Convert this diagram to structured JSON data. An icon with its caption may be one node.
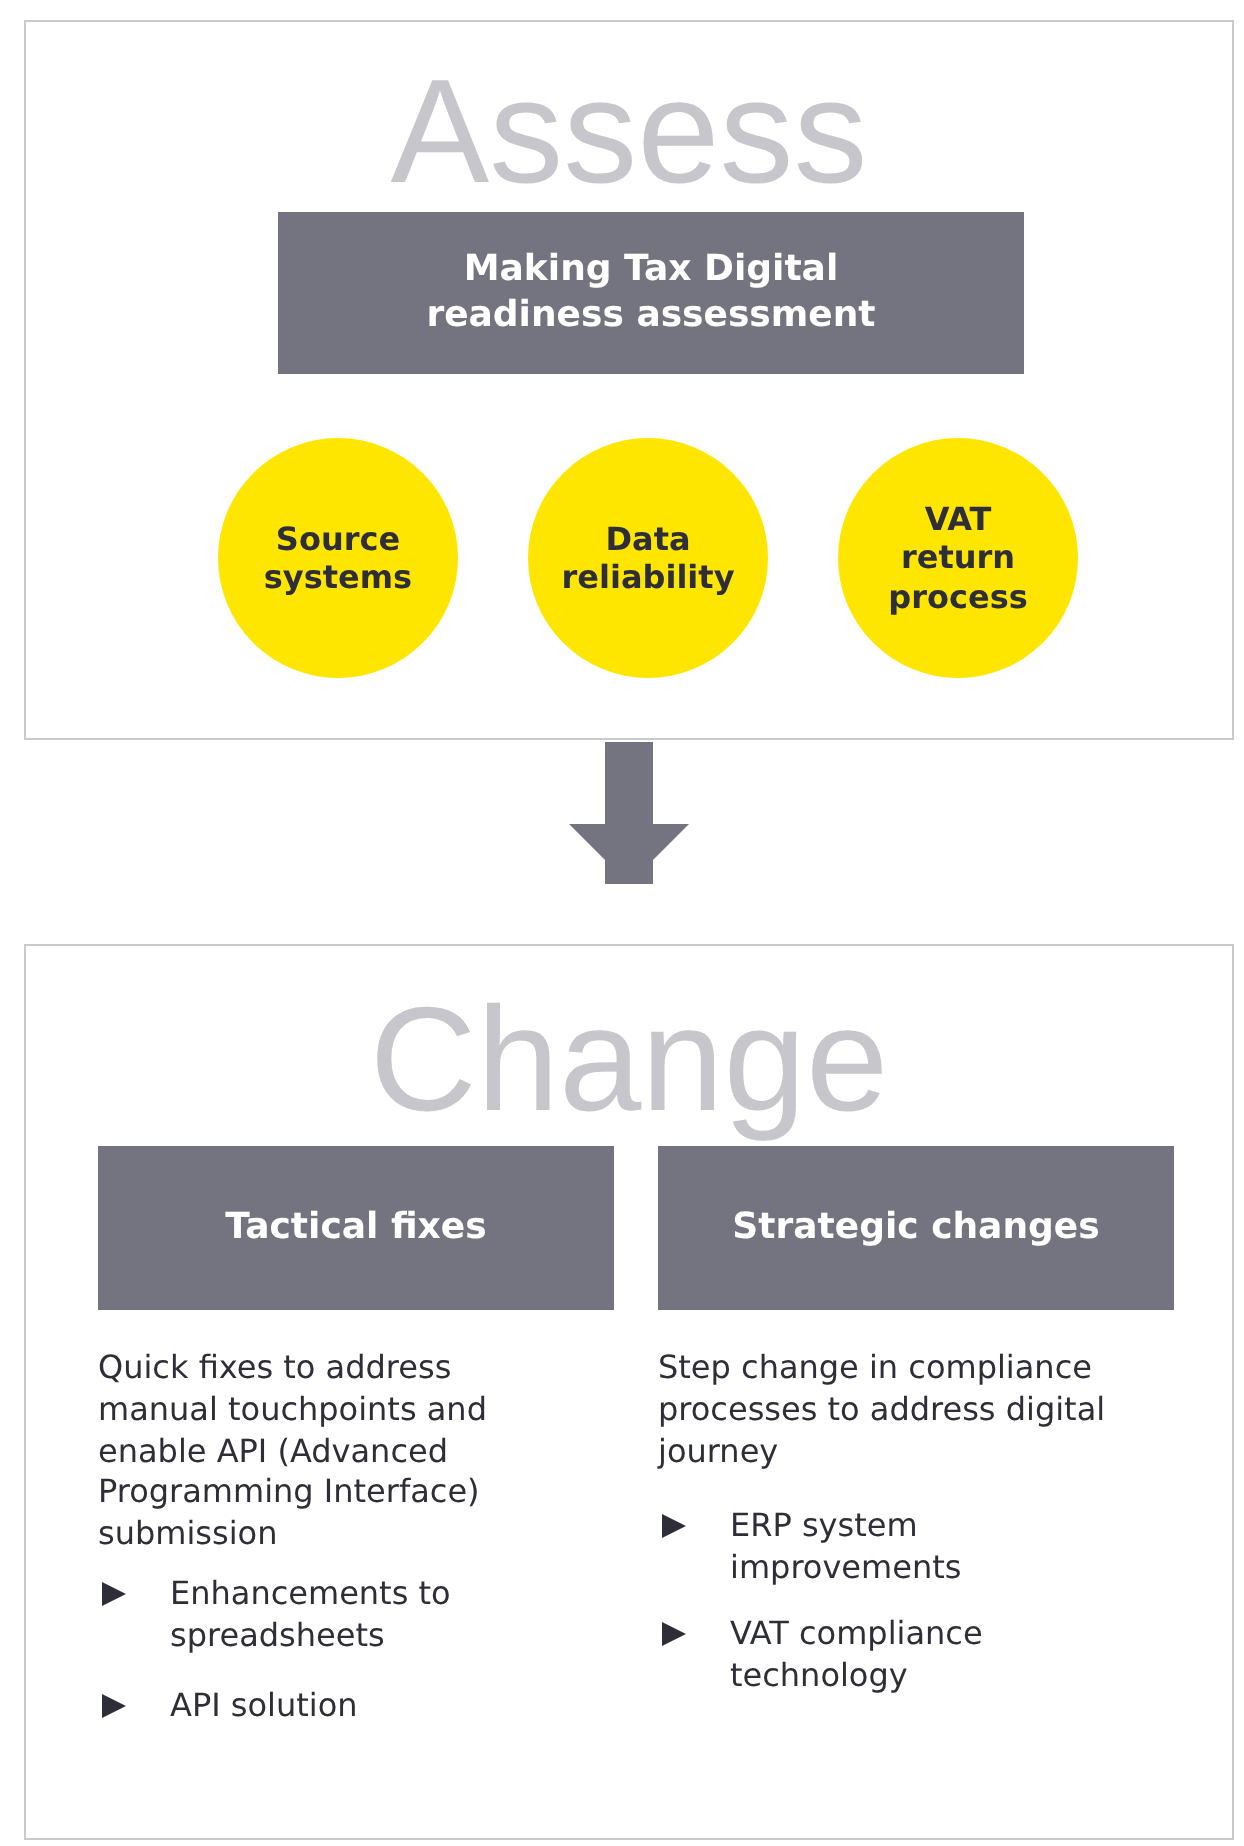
{
  "diagram": {
    "nodes": [
      {
        "text": [
          "Assess"
        ]
      },
      {
        "text": [
          "Making Tax Digital readiness assessment"
        ],
        "in": 0
      },
      {
        "text": [
          "Source systems"
        ],
        "in": 0
      },
      {
        "text": [
          "Data reliability"
        ],
        "in": 0
      },
      {
        "text": [
          "VAT return process"
        ],
        "in": 0
      },
      {
        "text": [
          "Change"
        ]
      },
      {
        "text": [
          "Tactical fixes"
        ],
        "in": 5,
        "beside": [
          "Quick fixes to address manual touchpoints and enable API (Advanced Programming Interface) submission"
        ]
      },
      {
        "text": [
          "Strategic changes"
        ],
        "in": 5,
        "beside": [
          "Step change in compliance processes to address digital journey"
        ]
      }
    ],
    "edges": [
      {
        "from": 0,
        "to": 5,
        "arrow": "to"
      }
    ],
    "labels": [
      "Enhancements to spreadsheets",
      "API solution",
      "ERP system improvements",
      "VAT compliance technology"
    ]
  }
}
